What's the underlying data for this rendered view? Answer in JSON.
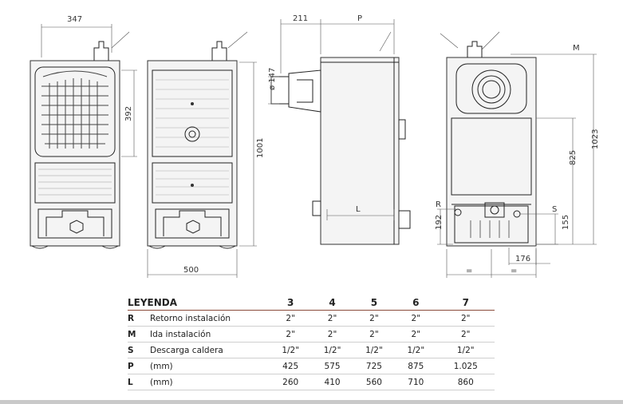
{
  "dimensions": {
    "d347": "347",
    "d392": "392",
    "d1001": "1001",
    "d500": "500",
    "d211": "211",
    "dP": "P",
    "d147": "ø 147",
    "dL": "L",
    "dM": "M",
    "d825": "825",
    "d1023": "1023",
    "dR": "R",
    "dS": "S",
    "d192": "192",
    "d155": "155",
    "d176": "176",
    "eq1": "=",
    "eq2": "="
  },
  "legend": {
    "title": "LEYENDA",
    "columns": [
      "3",
      "4",
      "5",
      "6",
      "7"
    ],
    "rows": [
      {
        "code": "R",
        "desc": "Retorno instalación",
        "values": [
          "2\"",
          "2\"",
          "2\"",
          "2\"",
          "2\""
        ]
      },
      {
        "code": "M",
        "desc": "Ida instalación",
        "values": [
          "2\"",
          "2\"",
          "2\"",
          "2\"",
          "2\""
        ]
      },
      {
        "code": "S",
        "desc": "Descarga caldera",
        "values": [
          "1/2\"",
          "1/2\"",
          "1/2\"",
          "1/2\"",
          "1/2\""
        ]
      },
      {
        "code": "P",
        "desc": "(mm)",
        "values": [
          "425",
          "575",
          "725",
          "875",
          "1.025"
        ]
      },
      {
        "code": "L",
        "desc": "(mm)",
        "values": [
          "260",
          "410",
          "560",
          "710",
          "860"
        ]
      }
    ]
  }
}
